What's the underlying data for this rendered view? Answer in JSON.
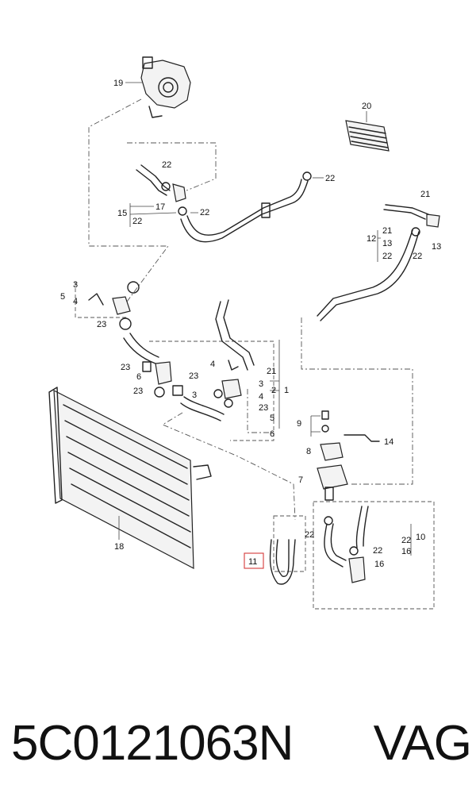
{
  "caption": {
    "part_number": "5C0121063N",
    "brand": "VAG"
  },
  "labels": {
    "n1": "1",
    "n2": "2",
    "n3": "3",
    "n4": "4",
    "n5": "5",
    "n6": "6",
    "n7": "7",
    "n8": "8",
    "n9": "9",
    "n10": "10",
    "n11": "11",
    "n12": "12",
    "n13": "13",
    "n14": "14",
    "n15": "15",
    "n16": "16",
    "n17": "17",
    "n18": "18",
    "n19": "19",
    "n20": "20",
    "n21": "21",
    "n22": "22",
    "n23": "23"
  },
  "colors": {
    "line": "#222222",
    "highlight": "#d43a3a",
    "background": "#ffffff"
  },
  "highlighted_part": "11"
}
